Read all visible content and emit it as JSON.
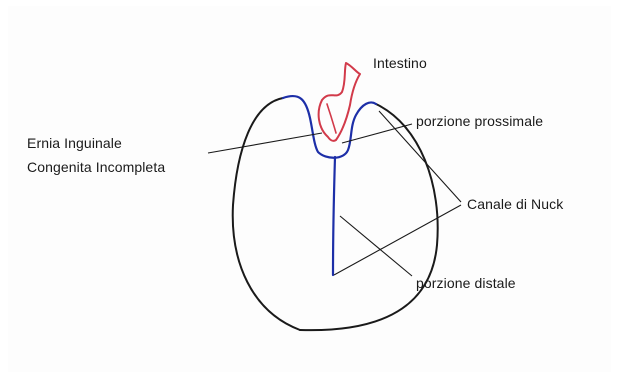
{
  "labels": {
    "intestino": "Intestino",
    "porzione_prossimale": "porzione prossimale",
    "ernia_line1": "Ernia Inguinale",
    "ernia_line2": "Congenita Incompleta",
    "canale_di_nuck": "Canale di Nuck",
    "porzione_distale": "porzione distale"
  },
  "colors": {
    "outline": "#1a1a1a",
    "canal": "#1d2fa8",
    "intestine": "#d23a4a",
    "leader": "#1a1a1a"
  }
}
